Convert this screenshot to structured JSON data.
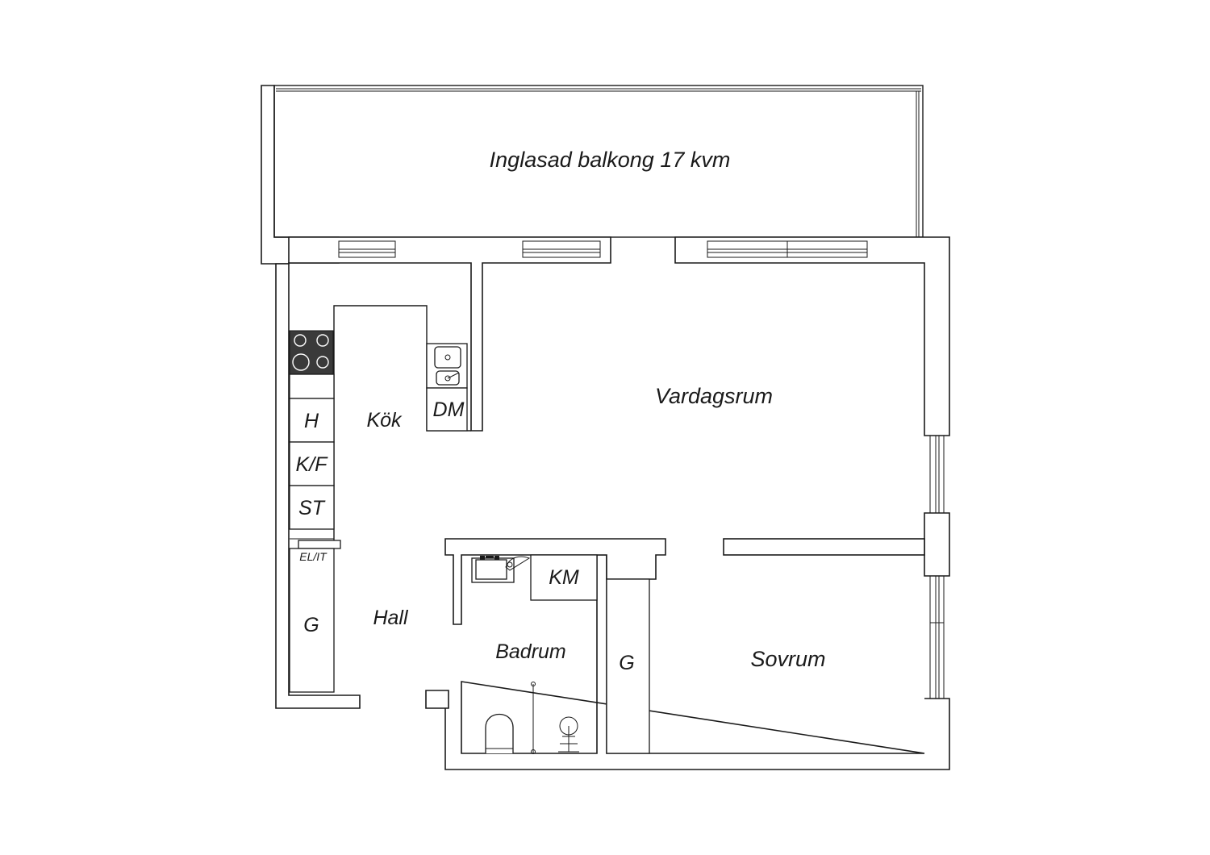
{
  "rooms": {
    "balcony": "Inglasad balkong 17 kvm",
    "living": "Vardagsrum",
    "kitchen": "Kök",
    "hall": "Hall",
    "bath": "Badrum",
    "bedroom": "Sovrum"
  },
  "fixtures": {
    "dishwasher": "DM",
    "hood": "H",
    "fridge_freezer": "K/F",
    "storage": "ST",
    "electric_it": "EL/IT",
    "wardrobe_hall": "G",
    "wardrobe_bedroom": "G",
    "washing_machine": "KM"
  },
  "colors": {
    "line": "#1a1a1a",
    "background": "#ffffff",
    "stove": "#3a3a3a"
  }
}
